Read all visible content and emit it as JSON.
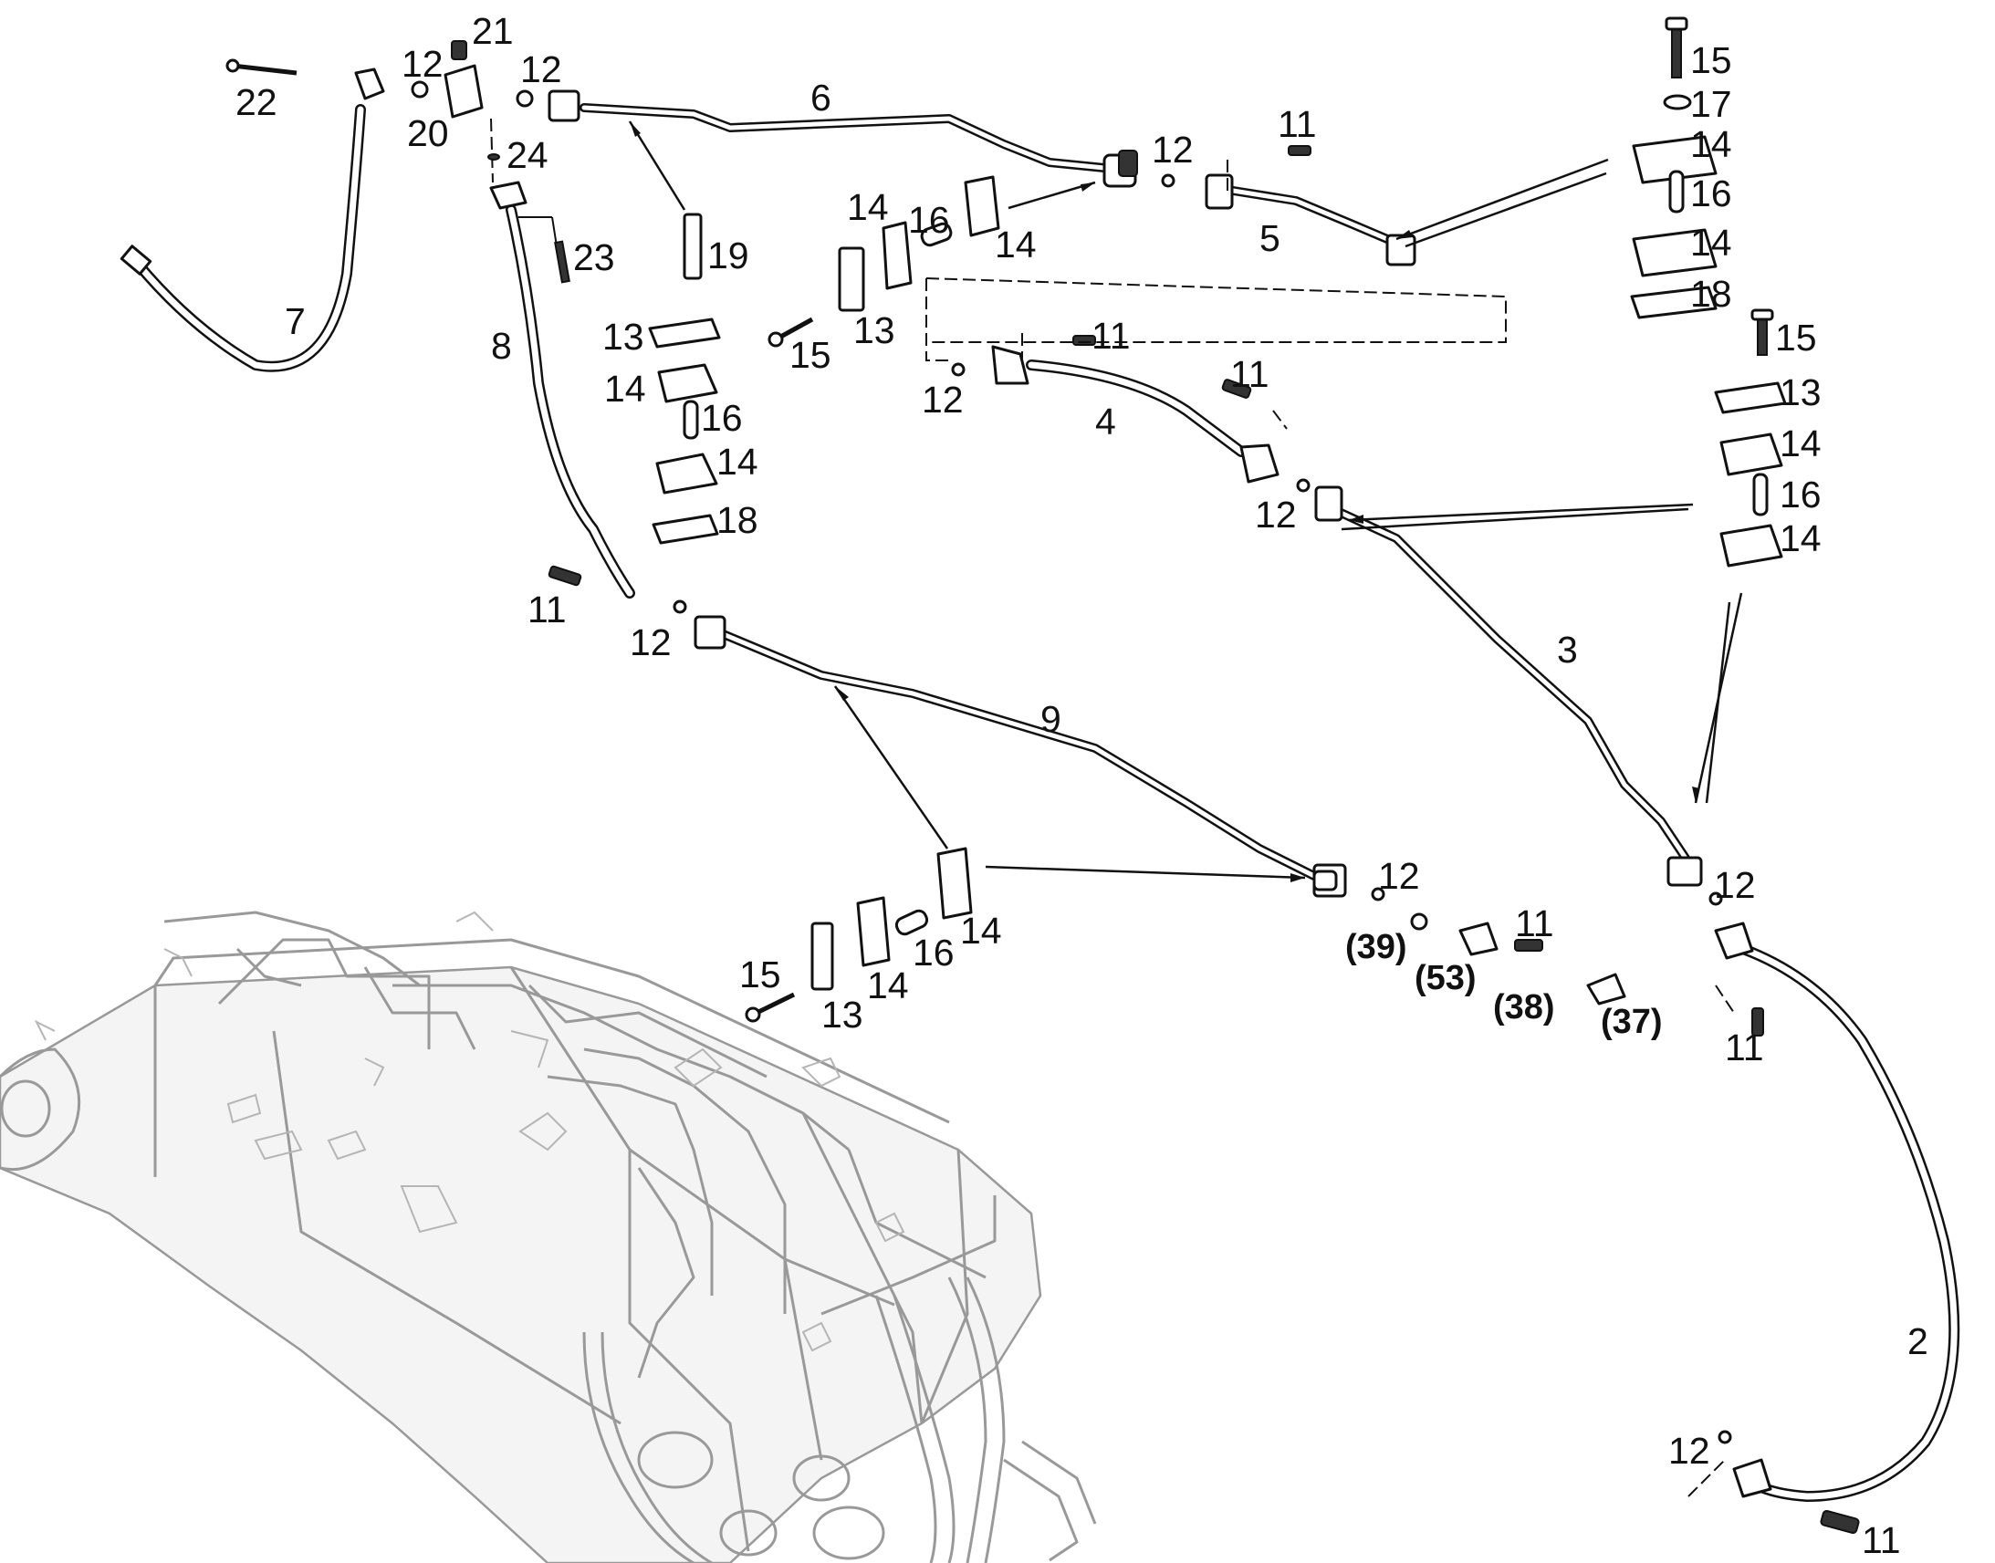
{
  "callouts": [
    {
      "id": "c22",
      "text": "22"
    },
    {
      "id": "c12a",
      "text": "12"
    },
    {
      "id": "c21",
      "text": "21"
    },
    {
      "id": "c12b",
      "text": "12"
    },
    {
      "id": "c20",
      "text": "20"
    },
    {
      "id": "c24",
      "text": "24"
    },
    {
      "id": "c6",
      "text": "6"
    },
    {
      "id": "c7",
      "text": "7"
    },
    {
      "id": "c8",
      "text": "8"
    },
    {
      "id": "c23",
      "text": "23"
    },
    {
      "id": "c19",
      "text": "19"
    },
    {
      "id": "c14a",
      "text": "14"
    },
    {
      "id": "c16a",
      "text": "16"
    },
    {
      "id": "c14b",
      "text": "14"
    },
    {
      "id": "c13a",
      "text": "13"
    },
    {
      "id": "c15a",
      "text": "15"
    },
    {
      "id": "c13b",
      "text": "13"
    },
    {
      "id": "c14c",
      "text": "14"
    },
    {
      "id": "c16b",
      "text": "16"
    },
    {
      "id": "c14d",
      "text": "14"
    },
    {
      "id": "c18a",
      "text": "18"
    },
    {
      "id": "c11a",
      "text": "11"
    },
    {
      "id": "c12c",
      "text": "12"
    },
    {
      "id": "c5",
      "text": "5"
    },
    {
      "id": "c11b",
      "text": "11"
    },
    {
      "id": "c12d",
      "text": "12"
    },
    {
      "id": "c11c",
      "text": "11"
    },
    {
      "id": "c4",
      "text": "4"
    },
    {
      "id": "c12e",
      "text": "12"
    },
    {
      "id": "c15b",
      "text": "15"
    },
    {
      "id": "c17",
      "text": "17"
    },
    {
      "id": "c14e",
      "text": "14"
    },
    {
      "id": "c16c",
      "text": "16"
    },
    {
      "id": "c14f",
      "text": "14"
    },
    {
      "id": "c18b",
      "text": "18"
    },
    {
      "id": "c15c",
      "text": "15"
    },
    {
      "id": "c13c",
      "text": "13"
    },
    {
      "id": "c14g",
      "text": "14"
    },
    {
      "id": "c16d",
      "text": "16"
    },
    {
      "id": "c14h",
      "text": "14"
    },
    {
      "id": "c3",
      "text": "3"
    },
    {
      "id": "c11d",
      "text": "11"
    },
    {
      "id": "c12f",
      "text": "12"
    },
    {
      "id": "c9",
      "text": "9"
    },
    {
      "id": "c12g",
      "text": "12"
    },
    {
      "id": "c11e",
      "text": "11"
    },
    {
      "id": "c14i",
      "text": "14"
    },
    {
      "id": "c16e",
      "text": "16"
    },
    {
      "id": "c14j",
      "text": "14"
    },
    {
      "id": "c15d",
      "text": "15"
    },
    {
      "id": "c13d",
      "text": "13"
    },
    {
      "id": "c12h",
      "text": "12"
    },
    {
      "id": "c11f",
      "text": "11"
    },
    {
      "id": "c2",
      "text": "2"
    },
    {
      "id": "c12i",
      "text": "12"
    },
    {
      "id": "c11g",
      "text": "11"
    }
  ],
  "references": [
    {
      "id": "r39",
      "text": "(39)"
    },
    {
      "id": "r53",
      "text": "(53)"
    },
    {
      "id": "r38",
      "text": "(38)"
    },
    {
      "id": "r37",
      "text": "(37)"
    }
  ]
}
